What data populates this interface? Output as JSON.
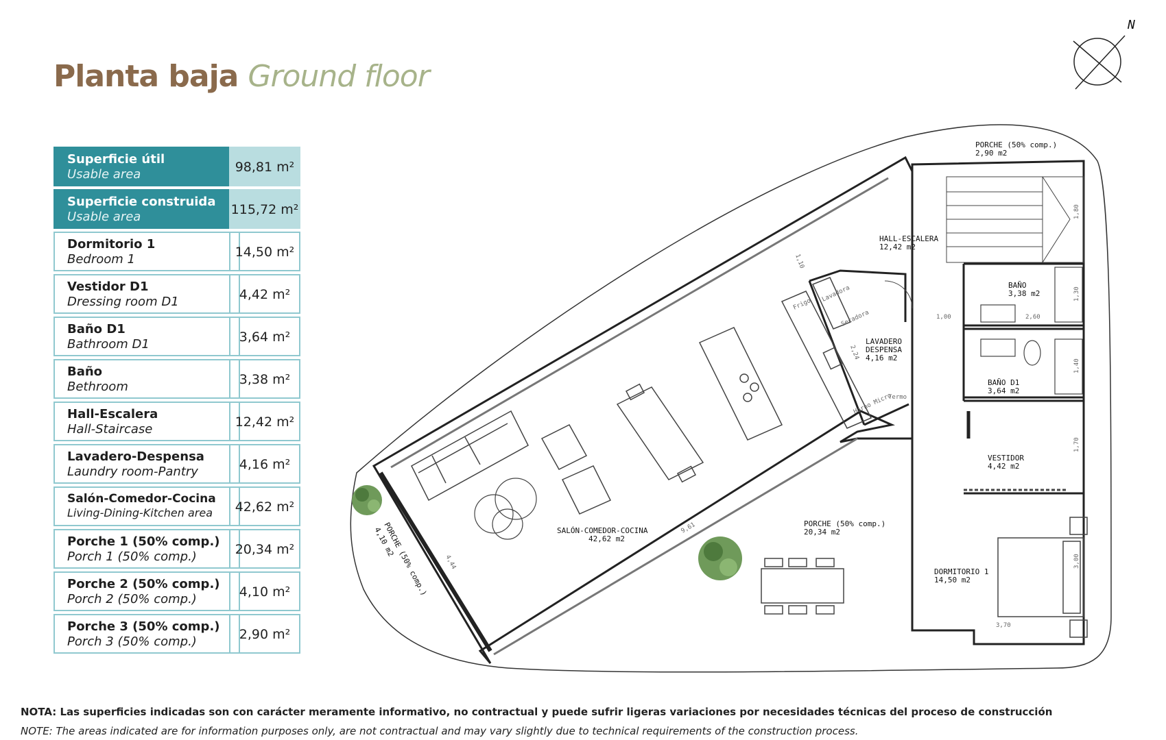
{
  "title": {
    "es": "Planta baja",
    "en": "Ground floor"
  },
  "areas": [
    {
      "es": "Superficie útil",
      "en": "Usable area",
      "value": "98,81 m²",
      "highlight": true
    },
    {
      "es": "Superficie construida",
      "en": "Usable area",
      "value": "115,72 m²",
      "highlight": true
    },
    {
      "es": "Dormitorio 1",
      "en": "Bedroom 1",
      "value": "14,50 m²",
      "highlight": false
    },
    {
      "es": "Vestidor D1",
      "en": "Dressing room D1",
      "value": "4,42 m²",
      "highlight": false
    },
    {
      "es": "Baño D1",
      "en": "Bathroom D1",
      "value": "3,64 m²",
      "highlight": false
    },
    {
      "es": "Baño",
      "en": "Bethroom",
      "value": "3,38 m²",
      "highlight": false
    },
    {
      "es": "Hall-Escalera",
      "en": "Hall-Staircase",
      "value": "12,42 m²",
      "highlight": false
    },
    {
      "es": "Lavadero-Despensa",
      "en": "Laundry room-Pantry",
      "value": "4,16 m²",
      "highlight": false
    },
    {
      "es": "Salón-Comedor-Cocina",
      "en": "Living-Dining-Kitchen area",
      "value": "42,62 m²",
      "highlight": false
    },
    {
      "es": "Porche 1 (50% comp.)",
      "en": "Porch 1 (50% comp.)",
      "value": "20,34 m²",
      "highlight": false
    },
    {
      "es": "Porche 2 (50% comp.)",
      "en": "Porch 2 (50% comp.)",
      "value": "4,10 m²",
      "highlight": false
    },
    {
      "es": "Porche 3 (50% comp.)",
      "en": "Porch 3 (50% comp.)",
      "value": "2,90 m²",
      "highlight": false
    }
  ],
  "plan": {
    "north": "N",
    "rooms": {
      "porche_top": {
        "name": "PORCHE (50% comp.)",
        "area": "2,90 m2"
      },
      "hall": {
        "name": "HALL-ESCALERA",
        "area": "12,42 m2"
      },
      "bano": {
        "name": "BAÑO",
        "area": "3,38 m2"
      },
      "lavadero": {
        "name1": "LAVADERO",
        "name2": "DESPENSA",
        "area": "4,16 m2"
      },
      "bano_d1": {
        "name": "BAÑO D1",
        "area": "3,64 m2"
      },
      "vestidor": {
        "name": "VESTIDOR",
        "area": "4,42 m2"
      },
      "porche_mid": {
        "name": "PORCHE (50% comp.)",
        "area": "20,34 m2"
      },
      "salon": {
        "name": "SALÓN-COMEDOR-COCINA",
        "area": "42,62 m2"
      },
      "dormitorio": {
        "name": "DORMITORIO 1",
        "area": "14,50 m2"
      },
      "porche_left": {
        "name": "PORCHE (50% comp.)",
        "area": "4,10 m2"
      }
    },
    "appliances": {
      "frigo": "Frigo",
      "lavadora": "Lavadora",
      "secadora": "Secadora",
      "termo": "Termo",
      "horno": "Horno Micro"
    },
    "dims": {
      "d1": "1,10",
      "d2": "1,80",
      "d3": "1,30",
      "d4": "1,00",
      "d5": "2,60",
      "d6": "2,24",
      "d7": "1,40",
      "d8": "1,70",
      "d9": "9,61",
      "d10": "4,44",
      "d11": "3,00",
      "d12": "3,70"
    }
  },
  "note": {
    "es": "NOTA: Las superficies indicadas son con carácter meramente informativo, no contractual y puede sufrir ligeras variaciones por necesidades técnicas del proceso de construcción",
    "en": "NOTE: The areas indicated are for information purposes only, are not contractual and may vary slightly due to technical requirements of the construction process."
  }
}
